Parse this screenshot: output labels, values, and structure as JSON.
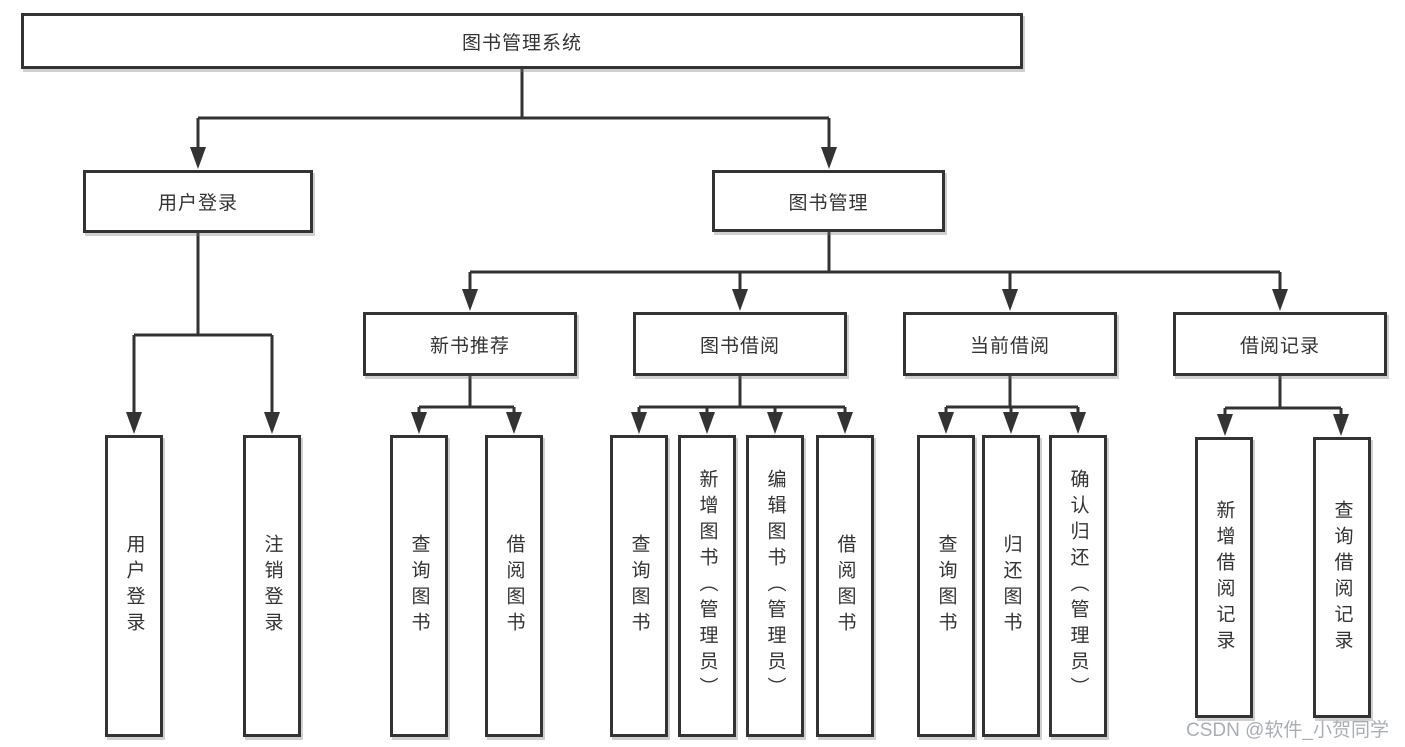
{
  "diagram_title": "图书管理系统",
  "nodes": {
    "root": {
      "label": "图书管理系统"
    },
    "user_login": {
      "label": "用户登录"
    },
    "book_mgmt": {
      "label": "图书管理"
    },
    "new_book_rec": {
      "label": "新书推荐"
    },
    "book_borrow": {
      "label": "图书借阅"
    },
    "current_borrow": {
      "label": "当前借阅"
    },
    "borrow_records": {
      "label": "借阅记录"
    },
    "leaf_user_login": {
      "label": "用户登录"
    },
    "leaf_logout": {
      "label": "注销登录"
    },
    "leaf_rec_query_book": {
      "label": "查询图书"
    },
    "leaf_rec_borrow_book": {
      "label": "借阅图书"
    },
    "leaf_bb_query_book": {
      "label": "查询图书"
    },
    "leaf_bb_add_book": {
      "label": "新增图书（管理员）"
    },
    "leaf_bb_edit_book": {
      "label": "编辑图书（管理员）"
    },
    "leaf_bb_borrow_book": {
      "label": "借阅图书"
    },
    "leaf_cb_query_book": {
      "label": "查询图书"
    },
    "leaf_cb_return_book": {
      "label": "归还图书"
    },
    "leaf_cb_confirm_return": {
      "label": "确认归还（管理员）"
    },
    "leaf_br_add_record": {
      "label": "新增借阅记录"
    },
    "leaf_br_query_record": {
      "label": "查询借阅记录"
    }
  },
  "hierarchy": {
    "图书管理系统": {
      "用户登录": [
        "用户登录",
        "注销登录"
      ],
      "图书管理": {
        "新书推荐": [
          "查询图书",
          "借阅图书"
        ],
        "图书借阅": [
          "查询图书",
          "新增图书（管理员）",
          "编辑图书（管理员）",
          "借阅图书"
        ],
        "当前借阅": [
          "查询图书",
          "归还图书",
          "确认归还（管理员）"
        ],
        "借阅记录": [
          "新增借阅记录",
          "查询借阅记录"
        ]
      }
    }
  },
  "watermark": {
    "text": "CSDN @软件_小贺同学"
  },
  "colors": {
    "line": "#333333",
    "box_border": "#333333",
    "box_fill": "#ffffff",
    "text": "#333333",
    "watermark": "#a9aeb5"
  }
}
